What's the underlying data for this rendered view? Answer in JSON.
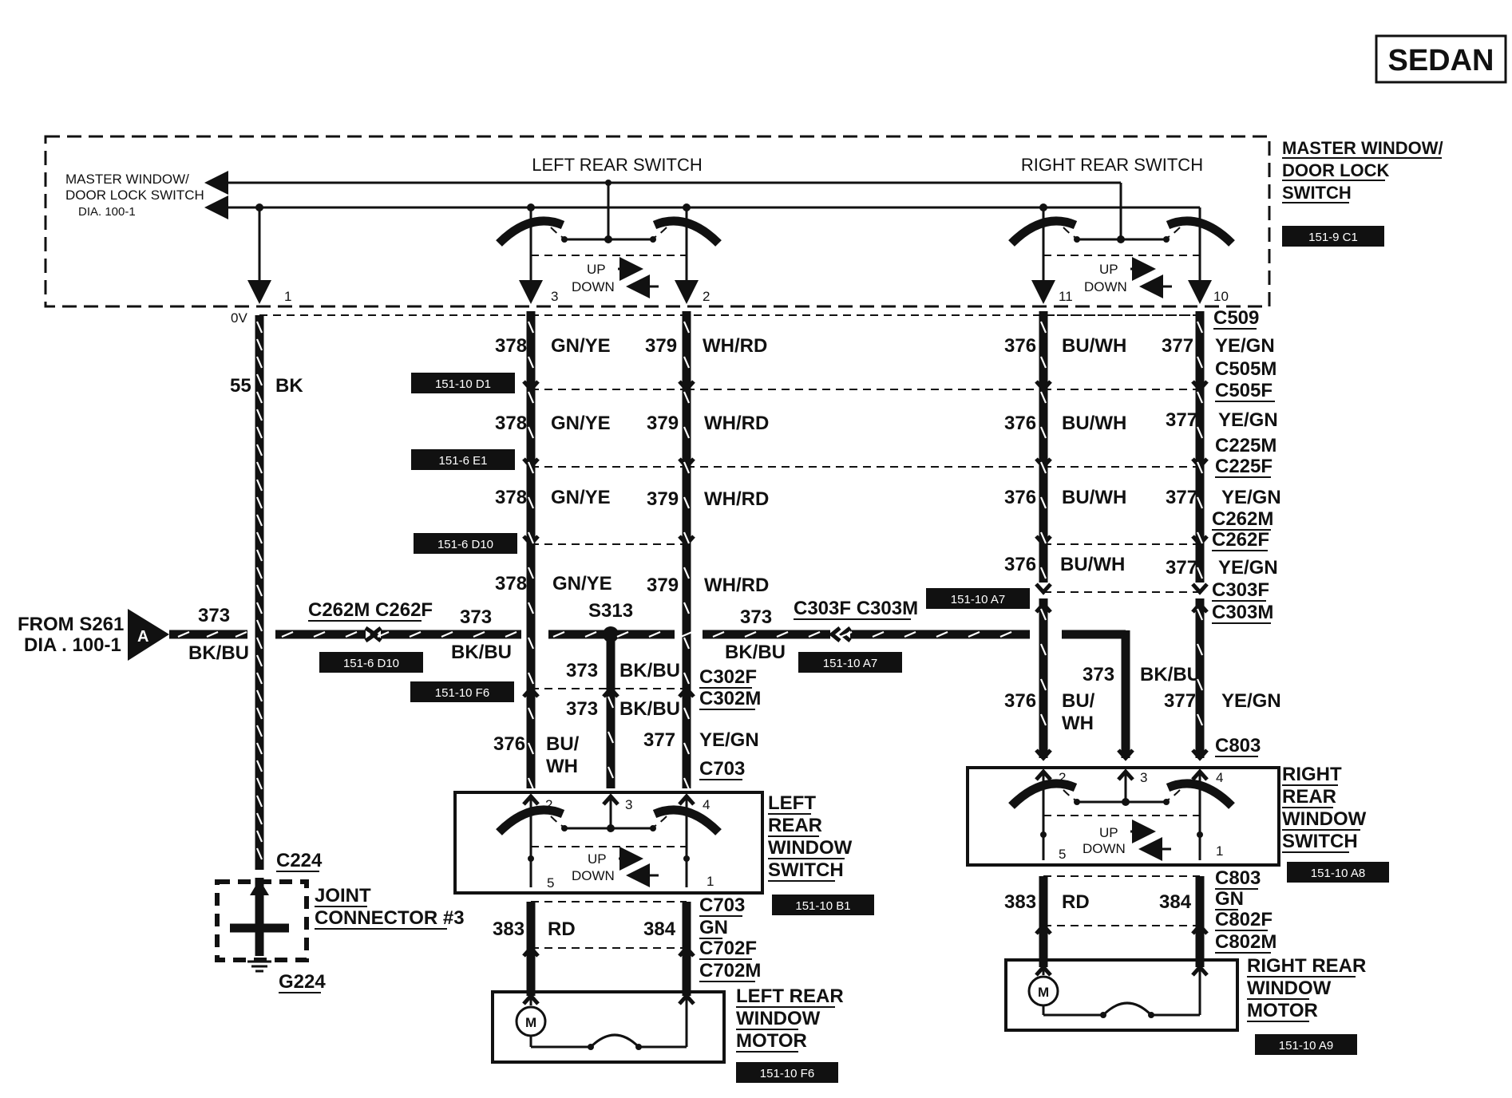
{
  "badge": "SEDAN",
  "master_box": {
    "ref_line1": "MASTER WINDOW/",
    "ref_line2": "DOOR LOCK SWITCH",
    "ref_line3": "DIA. 100-1",
    "left_switch": "LEFT REAR SWITCH",
    "right_switch": "RIGHT REAR SWITCH",
    "up": "UP",
    "down": "DOWN",
    "pins": [
      "1",
      "3",
      "2",
      "11",
      "10"
    ],
    "title": [
      "MASTER WINDOW/",
      "DOOR LOCK",
      "SWITCH"
    ],
    "tag": "151-9 C1"
  },
  "ground": {
    "voltage": "0V",
    "circuit": "55",
    "color": "BK",
    "connector": "C224",
    "joint": [
      "JOINT",
      "CONNECTOR #3"
    ],
    "ground_point": "G224"
  },
  "feed": {
    "from_line1": "FROM S261",
    "from_line2": "DIA . 100-1",
    "connector_letter": "A",
    "circuit": "373",
    "color": "BK/BU",
    "left_connectors": "C262M C262F",
    "splice": "S313",
    "right_connectors": "C303F C303M"
  },
  "left_wires": {
    "a_circuit": "378",
    "a_color": "GN/YE",
    "b_circuit": "379",
    "b_color": "WH/RD",
    "c_circuit": "376",
    "c_color_1": "BU/",
    "c_color_2": "WH",
    "d_circuit": "377",
    "d_color": "YE/GN",
    "e_circuit": "373",
    "e_color": "BK/BU",
    "c302f": "C302F",
    "c302m": "C302M",
    "c703": "C703",
    "c703b": "C703",
    "gn": "GN",
    "c702f": "C702F",
    "c702m": "C702M",
    "rd": "RD",
    "m1": "383",
    "m2": "384"
  },
  "right_wires": {
    "a_circuit": "376",
    "a_color": "BU/WH",
    "b_circuit": "377",
    "b_color": "YE/GN",
    "b_color_alt": "YE/GN",
    "bu_1": "BU/",
    "bu_2": "WH",
    "e_circuit": "373",
    "e_color": "BK/BU",
    "c509": "C509",
    "c505m": "C505M",
    "c505f": "C505F",
    "c225m": "C225M",
    "c225f": "C225F",
    "c262m": "C262M",
    "c262f": "C262F",
    "c303f": "C303F",
    "c303m": "C303M",
    "c803": "C803",
    "c803b": "C803",
    "gn": "GN",
    "c802f": "C802F",
    "c802m": "C802M",
    "rd": "RD",
    "m1": "383",
    "m2": "384"
  },
  "left_switch": {
    "title": [
      "LEFT",
      "REAR",
      "WINDOW",
      "SWITCH"
    ],
    "pins": [
      "2",
      "3",
      "4",
      "5",
      "1"
    ],
    "tag": "151-10 B1"
  },
  "right_switch": {
    "title": [
      "RIGHT",
      "REAR",
      "WINDOW",
      "SWITCH"
    ],
    "pins": [
      "2",
      "3",
      "4",
      "5",
      "1"
    ],
    "tag": "151-10 A8"
  },
  "left_motor": {
    "title": [
      "LEFT REAR",
      "WINDOW",
      "MOTOR"
    ],
    "symbol": "M",
    "tag": "151-10 F6"
  },
  "right_motor": {
    "title": [
      "RIGHT REAR",
      "WINDOW",
      "MOTOR"
    ],
    "symbol": "M",
    "tag": "151-10 A9"
  },
  "tags": {
    "t1": "151-10 D1",
    "t2": "151-6 E1",
    "t3": "151-6 D10",
    "t4": "151-6 D10",
    "t5": "151-10 F6",
    "t6": "151-10 A7",
    "t7": "151-10 A7"
  }
}
